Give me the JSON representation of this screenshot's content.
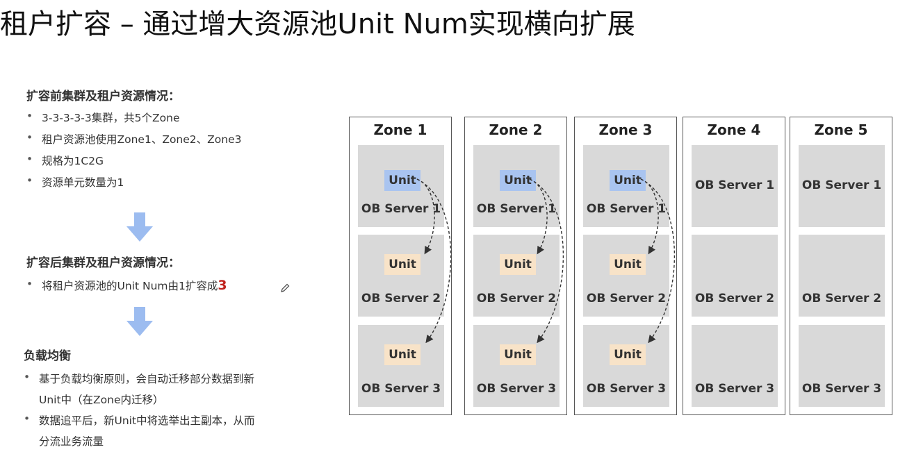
{
  "title": "租户扩容 – 通过增大资源池Unit Num实现横向扩展",
  "before": {
    "heading": "扩容前集群及租户资源情况：",
    "bullets": [
      "3-3-3-3-3集群，共5个Zone",
      "租户资源池使用Zone1、Zone2、Zone3",
      "规格为1C2G",
      "资源单元数量为1"
    ]
  },
  "after": {
    "heading": "扩容后集群及租户资源情况：",
    "bullet_prefix": "将租户资源池的Unit Num由1扩容成",
    "bullet_highlight": "3"
  },
  "balance": {
    "heading": "负载均衡",
    "bullets": [
      "基于负载均衡原则，会自动迁移部分数据到新",
      "Unit中（在Zone内迁移）",
      "数据追平后，新Unit中将选举出主副本，从而",
      "分流业务流量"
    ]
  },
  "zones": [
    {
      "name": "Zone 1",
      "servers": [
        "OB Server 1",
        "OB Server 2",
        "OB Server 3"
      ],
      "unit_label": "Unit"
    },
    {
      "name": "Zone 2",
      "servers": [
        "OB Server 1",
        "OB Server 2",
        "OB Server 3"
      ],
      "unit_label": "Unit"
    },
    {
      "name": "Zone 3",
      "servers": [
        "OB Server 1",
        "OB Server 2",
        "OB Server 3"
      ],
      "unit_label": "Unit"
    },
    {
      "name": "Zone 4",
      "servers": [
        "OB Server 1",
        "OB Server 2",
        "OB Server 3"
      ]
    },
    {
      "name": "Zone 5",
      "servers": [
        "OB Server 1",
        "OB Server 2",
        "OB Server 3"
      ]
    }
  ],
  "colors": {
    "existing_unit": "#a9c4f0",
    "new_unit": "#f8e3c8",
    "server_bg": "#d9d9d9",
    "highlight": "#c0231e",
    "arrow": "#9cbcf0"
  },
  "icons": {
    "down_arrow": "down-arrow-icon",
    "edit": "pencil-icon"
  }
}
